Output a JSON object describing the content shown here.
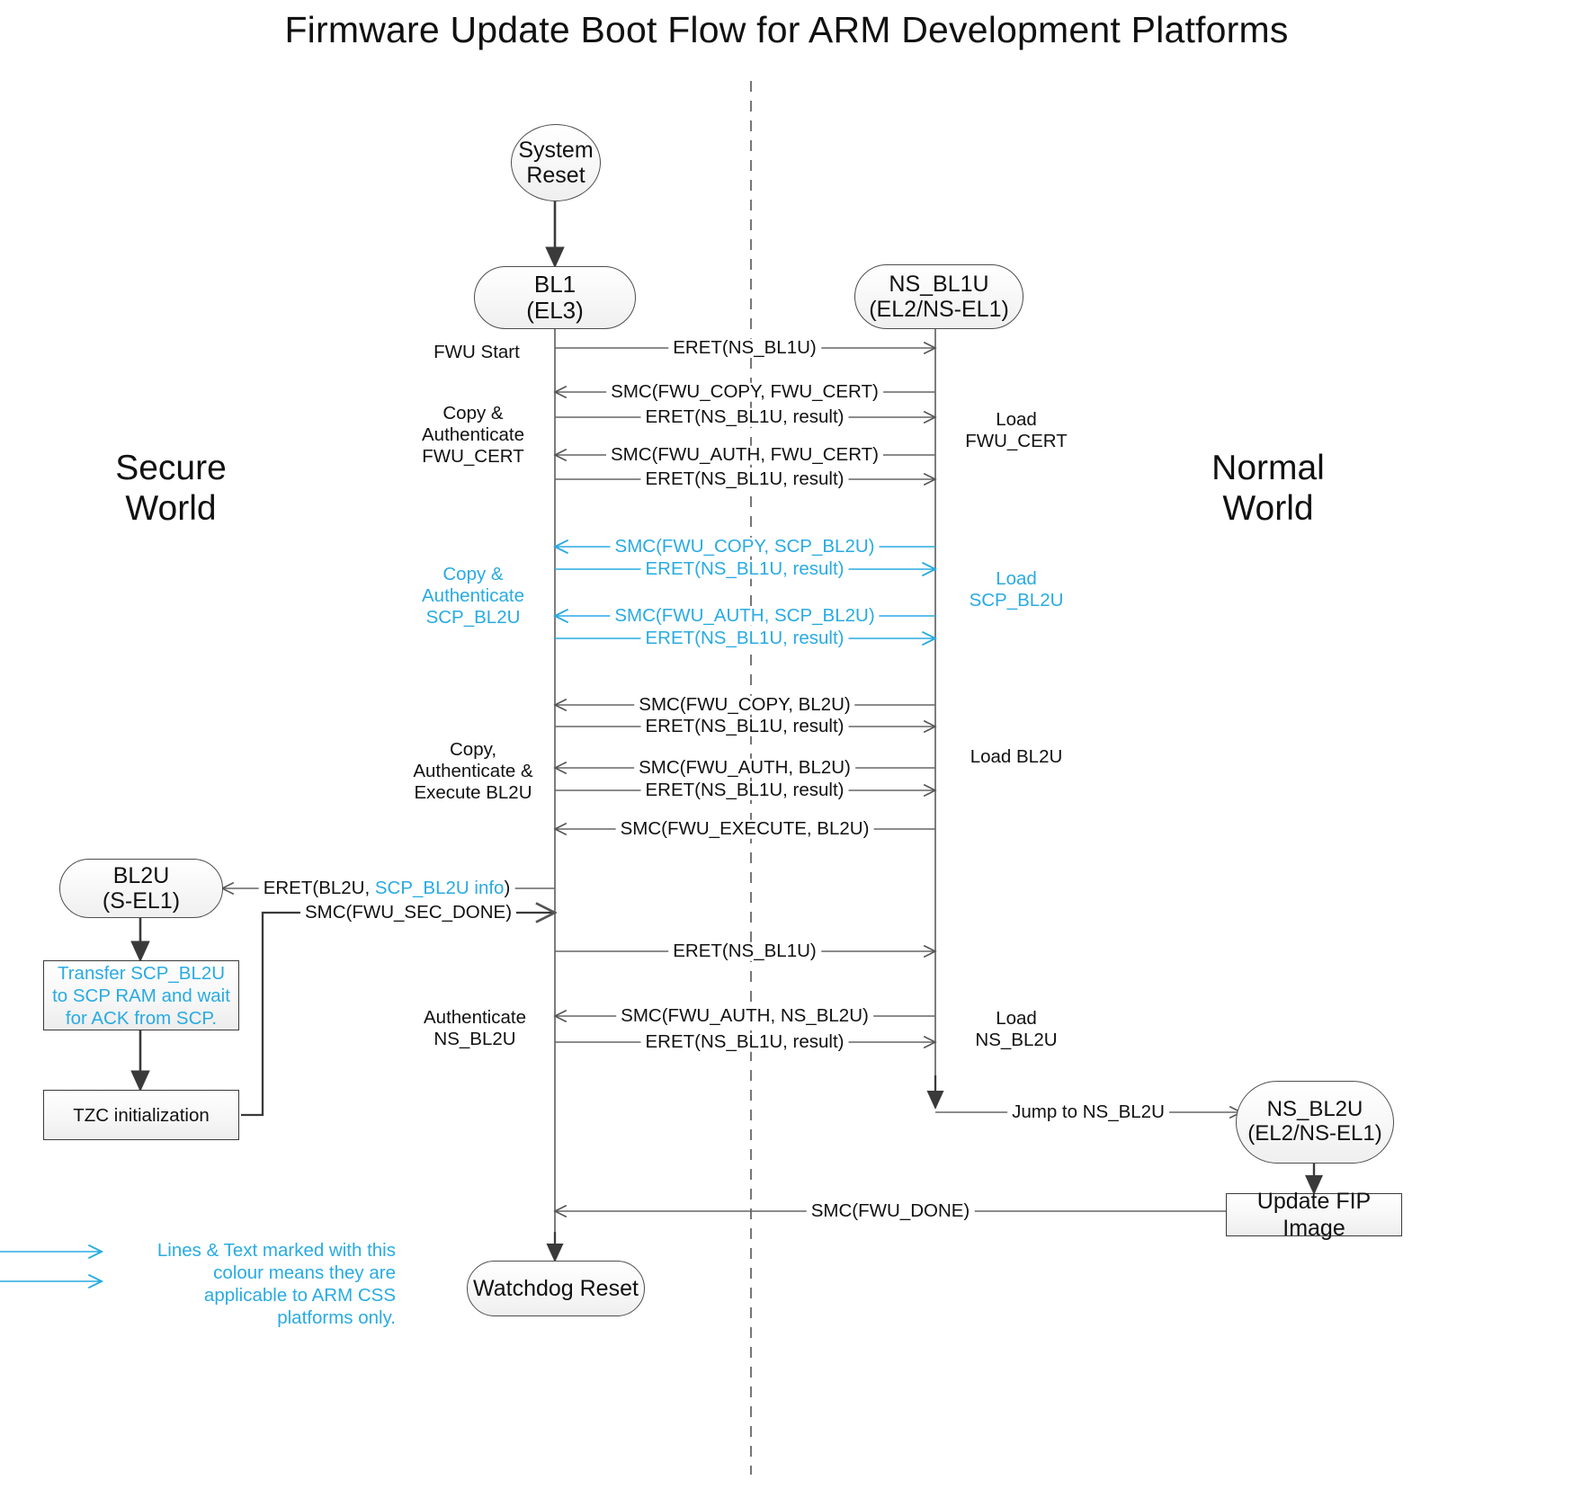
{
  "title": "Firmware Update Boot Flow for ARM Development Platforms",
  "colors": {
    "accent_cyan": "#29ABE2",
    "line_black": "#4d4d4d",
    "text": "#111111",
    "node_fill": "#f5f5f5"
  },
  "worlds": {
    "secure": {
      "line1": "Secure",
      "line2": "World"
    },
    "normal": {
      "line1": "Normal",
      "line2": "World"
    }
  },
  "nodes": {
    "system_reset": {
      "line1": "System",
      "line2": "Reset"
    },
    "bl1": {
      "line1": "BL1",
      "line2": "(EL3)"
    },
    "ns_bl1u": {
      "line1": "NS_BL1U",
      "line2": "(EL2/NS-EL1)"
    },
    "bl2u": {
      "line1": "BL2U",
      "line2": "(S-EL1)"
    },
    "ns_bl2u": {
      "line1": "NS_BL2U",
      "line2": "(EL2/NS-EL1)"
    },
    "watchdog_reset": {
      "line1": "Watchdog Reset",
      "line2": ""
    },
    "update_fip": {
      "line1": "Update FIP Image",
      "line2": ""
    },
    "transfer_scp": {
      "text": "Transfer SCP_BL2U to SCP RAM and wait for ACK from SCP."
    },
    "tzc_init": {
      "text": "TZC initialization"
    }
  },
  "left_annotations": [
    {
      "id": "fwu-start",
      "text": "FWU Start",
      "cyan": false
    },
    {
      "id": "copy-auth-fwu-cert",
      "text": "Copy &\nAuthenticate\nFWU_CERT",
      "cyan": false
    },
    {
      "id": "copy-auth-scp-bl2u",
      "text": "Copy &\nAuthenticate\nSCP_BL2U",
      "cyan": true
    },
    {
      "id": "copy-auth-exec-bl2u",
      "text": "Copy,\nAuthenticate &\nExecute BL2U",
      "cyan": false
    },
    {
      "id": "authenticate-ns-bl2u",
      "text": "Authenticate\nNS_BL2U",
      "cyan": false
    }
  ],
  "right_annotations": [
    {
      "id": "load-fwu-cert",
      "text": "Load\nFWU_CERT",
      "cyan": false
    },
    {
      "id": "load-scp-bl2u",
      "text": "Load\nSCP_BL2U",
      "cyan": true
    },
    {
      "id": "load-bl2u",
      "text": "Load BL2U",
      "cyan": false
    },
    {
      "id": "load-ns-bl2u",
      "text": "Load\nNS_BL2U",
      "cyan": false
    }
  ],
  "messages": [
    {
      "id": "m1",
      "text": "ERET(NS_BL1U)",
      "cyan": false
    },
    {
      "id": "m2",
      "text": "SMC(FWU_COPY, FWU_CERT)",
      "cyan": false
    },
    {
      "id": "m3",
      "text": "ERET(NS_BL1U, result)",
      "cyan": false
    },
    {
      "id": "m4",
      "text": "SMC(FWU_AUTH, FWU_CERT)",
      "cyan": false
    },
    {
      "id": "m5",
      "text": "ERET(NS_BL1U, result)",
      "cyan": false
    },
    {
      "id": "m6",
      "text": "SMC(FWU_COPY, SCP_BL2U)",
      "cyan": true
    },
    {
      "id": "m7",
      "text": "ERET(NS_BL1U, result)",
      "cyan": true
    },
    {
      "id": "m8",
      "text": "SMC(FWU_AUTH, SCP_BL2U)",
      "cyan": true
    },
    {
      "id": "m9",
      "text": "ERET(NS_BL1U, result)",
      "cyan": true
    },
    {
      "id": "m10",
      "text": "SMC(FWU_COPY, BL2U)",
      "cyan": false
    },
    {
      "id": "m11",
      "text": "ERET(NS_BL1U, result)",
      "cyan": false
    },
    {
      "id": "m12",
      "text": "SMC(FWU_AUTH, BL2U)",
      "cyan": false
    },
    {
      "id": "m13",
      "text": "ERET(NS_BL1U, result)",
      "cyan": false
    },
    {
      "id": "m14",
      "text": "SMC(FWU_EXECUTE, BL2U)",
      "cyan": false
    },
    {
      "id": "m15a",
      "text": "ERET(BL2U, ",
      "text_highlight": "SCP_BL2U info",
      "text_tail": ")",
      "cyan": false
    },
    {
      "id": "m16",
      "text": "SMC(FWU_SEC_DONE)",
      "cyan": false
    },
    {
      "id": "m17",
      "text": "ERET(NS_BL1U)",
      "cyan": false
    },
    {
      "id": "m18",
      "text": "SMC(FWU_AUTH, NS_BL2U)",
      "cyan": false
    },
    {
      "id": "m19",
      "text": "ERET(NS_BL1U, result)",
      "cyan": false
    },
    {
      "id": "m20",
      "text": "Jump to NS_BL2U",
      "cyan": false
    },
    {
      "id": "m21",
      "text": "SMC(FWU_DONE)",
      "cyan": false
    }
  ],
  "legend": {
    "text": "Lines & Text marked with this colour means they are applicable to ARM CSS platforms only."
  }
}
